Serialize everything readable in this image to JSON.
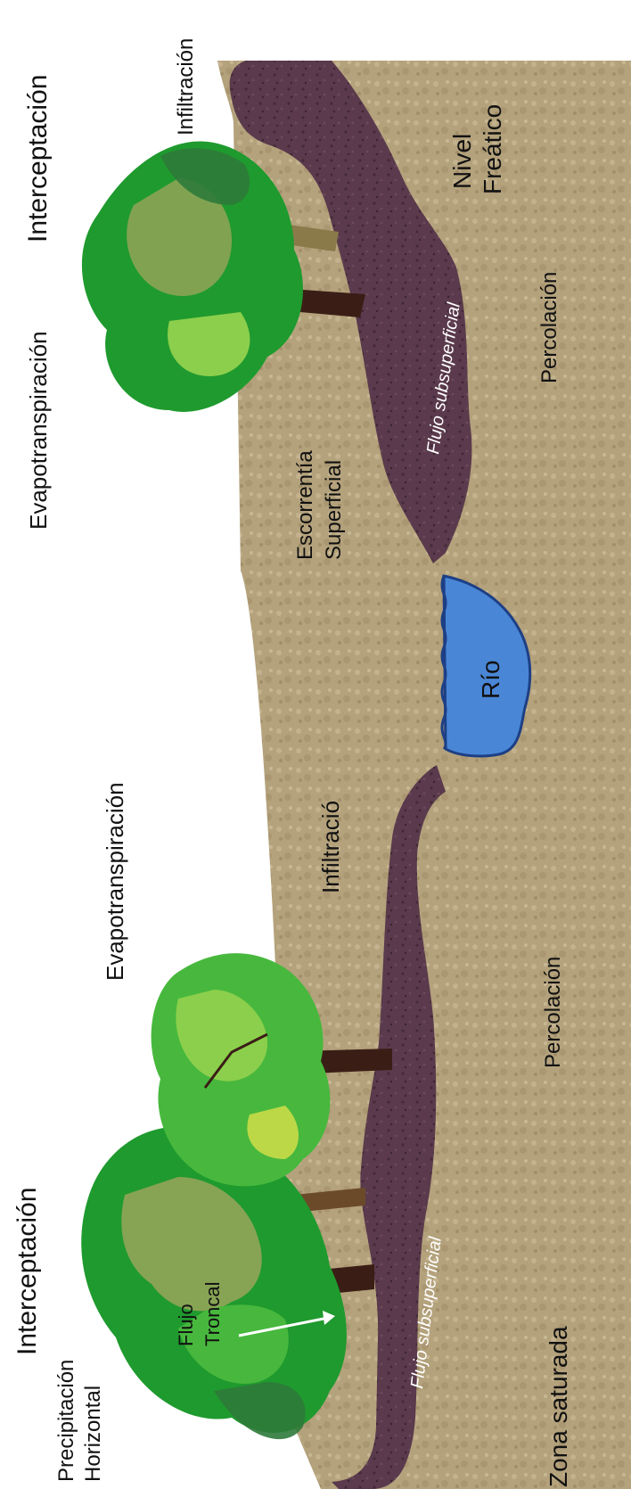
{
  "labels": {
    "precipitacion_horizontal_1": "Precipitación",
    "precipitacion_horizontal_2": "Horizontal",
    "interceptacion_left": "Interceptación",
    "flujo_troncal_1": "Flujo",
    "flujo_troncal_2": "Troncal",
    "evapotranspiracion_left": "Evapotranspiración",
    "infiltracion_left": "Infiltració",
    "flujo_subsuperficial_left": "Flujo subsuperficial",
    "percolacion_left": "Percolación",
    "zona_saturada": "Zona saturada",
    "rio": "Río",
    "escorrentia_1": "Escorrentía",
    "escorrentia_2": "Superficial",
    "evapotranspiracion_right": "Evapotranspiración",
    "interceptacion_right": "Interceptación",
    "infiltracion_right": "Infiltración",
    "flujo_subsuperficial_right": "Flujo subsuperficial",
    "percolacion_right": "Percolación",
    "nivel_freatico_1": "Nivel",
    "nivel_freatico_2": "Freático"
  },
  "colors": {
    "background": "#ffffff",
    "subsoil": "#b4a27c",
    "subsoil_light": "#c9b995",
    "topsoil": "#5a3a4c",
    "topsoil_dark": "#3f2634",
    "river": "#4a86d6",
    "river_dark": "#1d3f85",
    "foliage_dark": "#1f9a2e",
    "foliage_mid": "#47b83d",
    "foliage_light": "#8ccf4c",
    "foliage_olive": "#9aa55a",
    "trunk": "#3a1e16",
    "trunk_light": "#6b4a2a",
    "label_dark": "#111111",
    "label_light": "#ffffff"
  }
}
